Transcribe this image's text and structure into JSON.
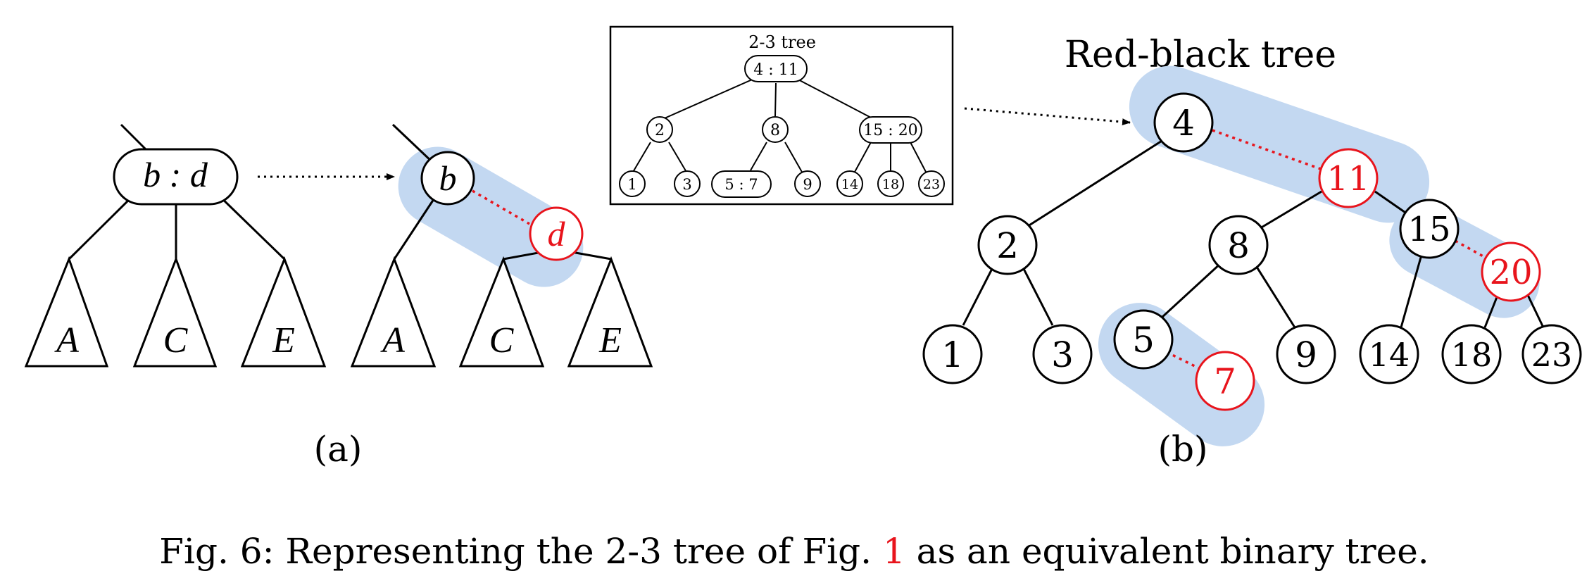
{
  "colors": {
    "ink": "#000000",
    "red": "#e8141c",
    "highlight": "#c3d8f1"
  },
  "panel_a": {
    "node_23": "b : d",
    "node_b": "b",
    "node_d": "d",
    "subtrees_left": [
      "A",
      "C",
      "E"
    ],
    "subtrees_right": [
      "A",
      "C",
      "E"
    ],
    "label": "(a)"
  },
  "inset": {
    "title": "2-3 tree",
    "root": "4 : 11",
    "level1": [
      "2",
      "8",
      "15 : 20"
    ],
    "leaves": [
      "1",
      "3",
      "5 : 7",
      "9",
      "14",
      "18",
      "23"
    ]
  },
  "panel_b": {
    "title": "Red-black tree",
    "label": "(b)",
    "nodes": {
      "n4": "4",
      "n11": "11",
      "n2": "2",
      "n8": "8",
      "n15": "15",
      "n20": "20",
      "n1": "1",
      "n3": "3",
      "n5": "5",
      "n7": "7",
      "n9": "9",
      "n14": "14",
      "n18": "18",
      "n23": "23"
    }
  },
  "caption": {
    "prefix": "Fig. 6: Representing the 2-3 tree of Fig.",
    "ref": "1",
    "suffix": "as an equivalent binary tree."
  }
}
